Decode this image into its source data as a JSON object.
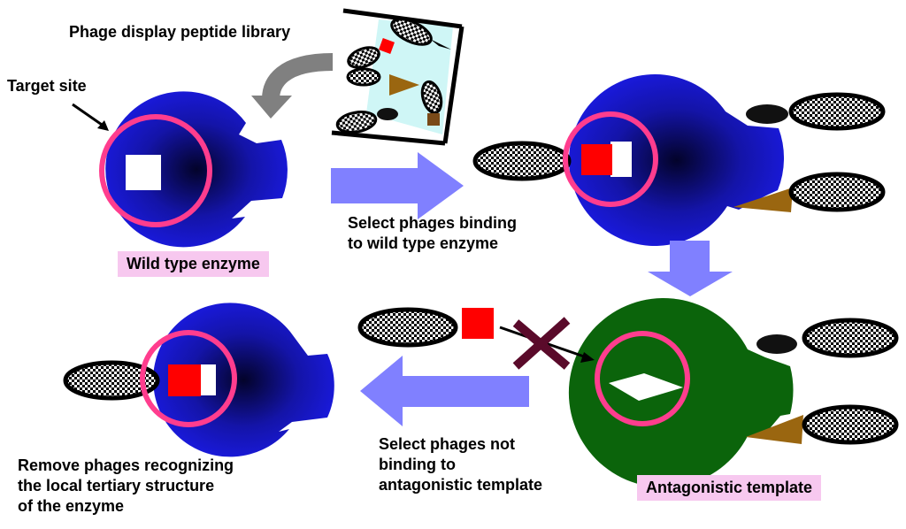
{
  "labels": {
    "library": "Phage display peptide library",
    "target_site": "Target site",
    "wild_type": "Wild type enzyme",
    "select_binding": [
      "Select  phages binding",
      "to wild type enzyme"
    ],
    "select_not_binding": [
      "Select phages not",
      "binding to",
      "antagonistic template"
    ],
    "remove": [
      "Remove phages recognizing",
      "the  local tertiary structure",
      "of the enzyme"
    ],
    "antagonistic": "Antagonistic template"
  },
  "colors": {
    "enzyme_blue": "#1a1ae0",
    "enzyme_dark": "#03032a",
    "template_green": "#0b640b",
    "target_ring": "#ff3d8e",
    "peptide_red": "#ff0000",
    "peptide_brown": "#9a6610",
    "flow_arrow": "#8080ff",
    "gray_arrow": "#808080",
    "reject_cross": "#5a0a2a",
    "library_bg": "#cff6f6",
    "label_bg": "#f7c8ef"
  }
}
